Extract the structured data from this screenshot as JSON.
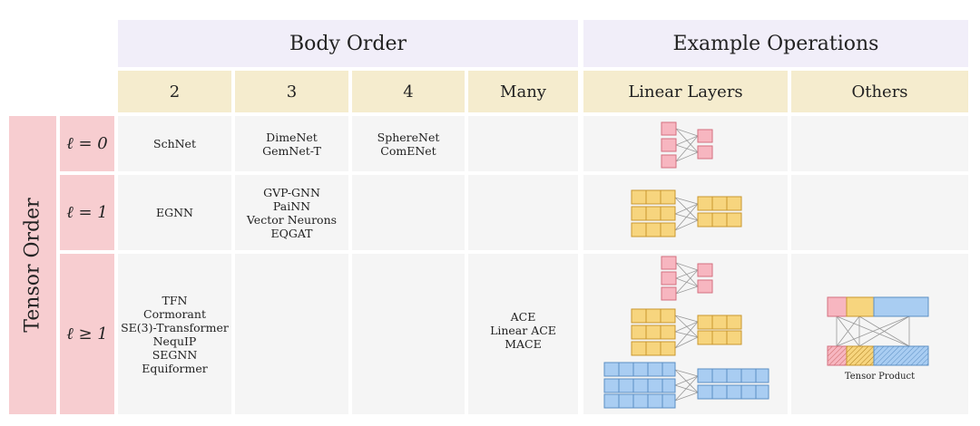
{
  "headers": {
    "body_order": "Body Order",
    "example_operations": "Example Operations",
    "columns": [
      "2",
      "3",
      "4",
      "Many",
      "Linear Layers",
      "Others"
    ]
  },
  "row_group_label": "Tensor Order",
  "rows": [
    {
      "label": "ℓ = 0",
      "c2": [
        "SchNet"
      ],
      "c3": [
        "DimeNet",
        "GemNet-T"
      ],
      "c4": [
        "SphereNet",
        "ComENet"
      ],
      "many": []
    },
    {
      "label": "ℓ = 1",
      "c2": [
        "EGNN"
      ],
      "c3": [
        "GVP-GNN",
        "PaiNN",
        "Vector Neurons",
        "EQGAT"
      ],
      "c4": [],
      "many": []
    },
    {
      "label": "ℓ ≥ 1",
      "c2": [
        "TFN",
        "Cormorant",
        "SE(3)-Transformer",
        "NequIP",
        "SEGNN",
        "Equiformer"
      ],
      "c3": [],
      "c4": [],
      "many": [
        "ACE",
        "Linear ACE",
        "MACE"
      ]
    }
  ],
  "tensor_product_label": "Tensor Product",
  "colors": {
    "pink": "#f7b6c0",
    "yellow": "#f7d57e",
    "blue": "#a9cdf2",
    "header_purple": "#f1eef9",
    "header_yellow": "#f5ecce"
  }
}
